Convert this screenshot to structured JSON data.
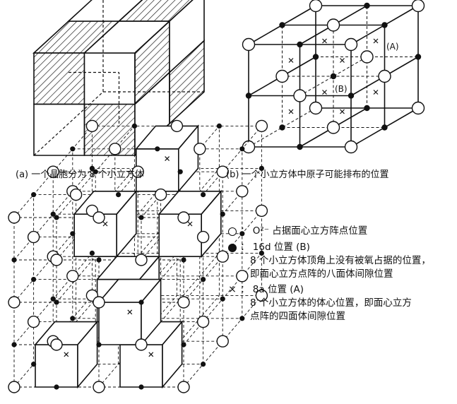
{
  "captions": {
    "a": "(a)  一个晶胞分为 8 个小立方体",
    "b": "(b)  一个小立方体中原子可能排布的位置"
  },
  "label_A": "(A)",
  "label_B": "(B)",
  "legend": {
    "o2": {
      "sep": "：",
      "ion": "O²⁻",
      "text": "占据面心立方阵点位置"
    },
    "d16": {
      "sep": "：",
      "text": "16d 位置 (B)",
      "desc1": "8 个小立方体顶角上没有被氧占据的位置，",
      "desc2": "即面心立方点阵的八面体间隙位置"
    },
    "a8": {
      "sep": "：",
      "text": "8a 位置 (A)",
      "desc1": "8 个小立方体的体心位置，即面心立方",
      "desc2": "点阵的四面体间隙位置"
    }
  }
}
